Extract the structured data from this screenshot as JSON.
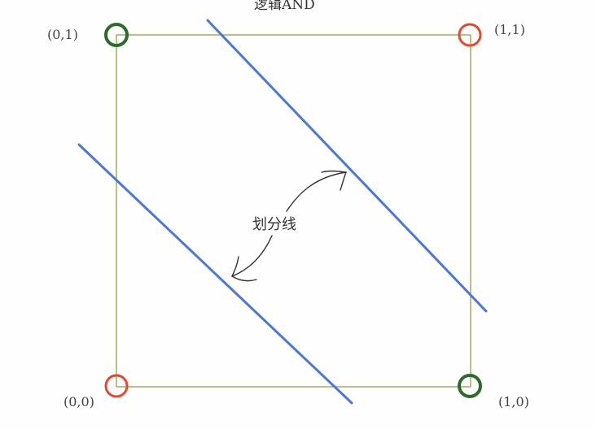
{
  "title": "逻辑AND",
  "annotation": "划分线",
  "points": [
    {
      "label": "(0,1)",
      "class_color": "#2e6b2a"
    },
    {
      "label": "(1,1)",
      "class_color": "#e04a2e"
    },
    {
      "label": "(0,0)",
      "class_color": "#e04a2e"
    },
    {
      "label": "(1,0)",
      "class_color": "#2e6b2a"
    }
  ],
  "colors": {
    "square": "#8a9a3a",
    "divider": "#4a78d4",
    "arrow": "#333333"
  }
}
